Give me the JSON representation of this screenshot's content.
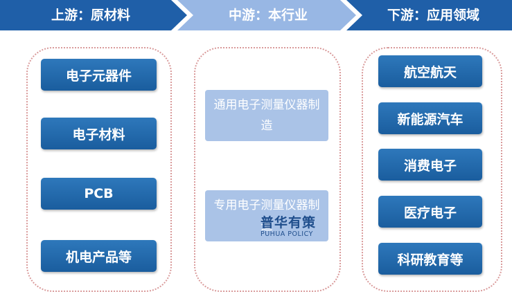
{
  "stages": [
    {
      "label": "上游：原材料",
      "color": "#1f5fa8"
    },
    {
      "label": "中游：本行业",
      "color": "#98b7e4"
    },
    {
      "label": "下游：应用领域",
      "color": "#1f5fa8"
    }
  ],
  "upstream": {
    "items": [
      "电子元器件",
      "电子材料",
      "PCB",
      "机电产品等"
    ]
  },
  "midstream": {
    "items": [
      "通用电子测量仪器制造",
      "专用电子测量仪器制造"
    ]
  },
  "downstream": {
    "items": [
      "航空航天",
      "新能源汽车",
      "消费电子",
      "医疗电子",
      "科研教育等"
    ]
  },
  "watermark": {
    "cn": "普华有策",
    "en": "PUHUA POLICY"
  }
}
